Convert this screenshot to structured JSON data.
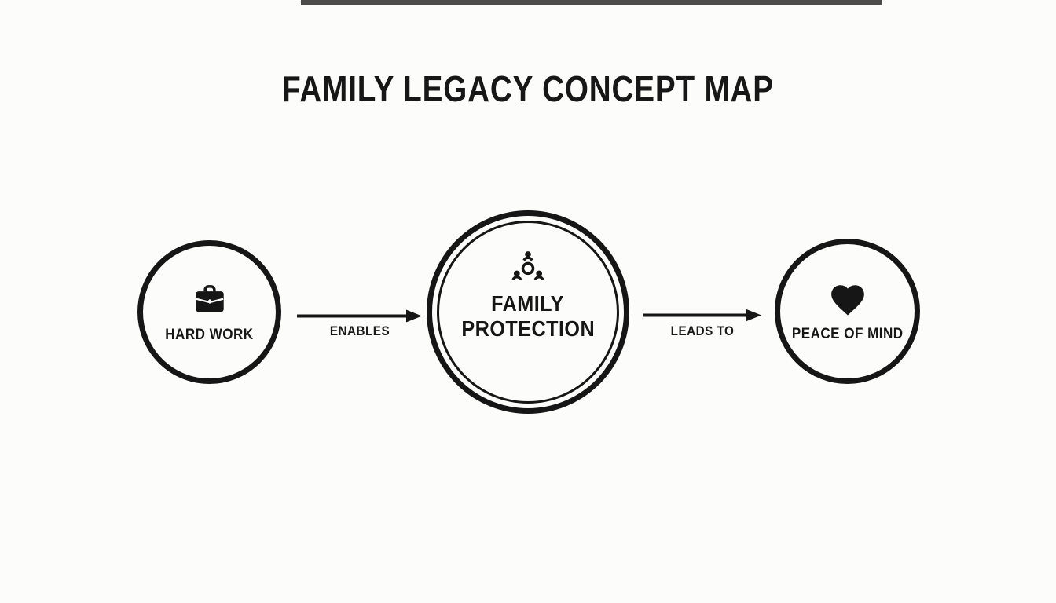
{
  "title": "FAMILY LEGACY CONCEPT MAP",
  "nodes": {
    "hard_work": {
      "label": "HARD WORK",
      "icon": "briefcase-icon"
    },
    "family_protection": {
      "label_line1": "FAMILY",
      "label_line2": "PROTECTION",
      "icon": "family-icon"
    },
    "peace_of_mind": {
      "label": "PEACE OF MIND",
      "icon": "heart-icon"
    }
  },
  "edges": {
    "enables": {
      "label": "ENABLES",
      "from": "hard_work",
      "to": "family_protection"
    },
    "leads_to": {
      "label": "LEADS TO",
      "from": "family_protection",
      "to": "peace_of_mind"
    }
  },
  "colors": {
    "ink": "#161616",
    "background": "#fcfcfa"
  }
}
